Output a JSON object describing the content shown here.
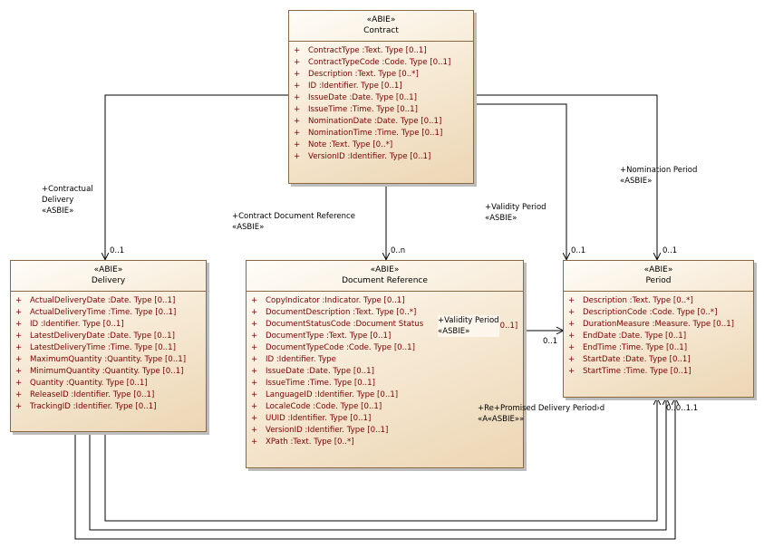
{
  "classes": {
    "contract": {
      "stereotype": "«ABIE»",
      "name": "Contract",
      "attributes": [
        "ContractType  :Text. Type [0..1]",
        "ContractTypeCode  :Code. Type [0..1]",
        "Description  :Text. Type [0..*]",
        "ID  :Identifier. Type [0..1]",
        "IssueDate  :Date. Type [0..1]",
        "IssueTime  :Time. Type [0..1]",
        "NominationDate  :Date. Type [0..1]",
        "NominationTime  :Time. Type [0..1]",
        "Note  :Text. Type [0..*]",
        "VersionID  :Identifier. Type [0..1]"
      ]
    },
    "delivery": {
      "stereotype": "«ABIE»",
      "name": "Delivery",
      "attributes": [
        "ActualDeliveryDate  :Date. Type [0..1]",
        "ActualDeliveryTime  :Time. Type [0..1]",
        "ID  :Identifier. Type [0..1]",
        "LatestDeliveryDate  :Date. Type [0..1]",
        "LatestDeliveryTime  :Time. Type [0..1]",
        "MaximumQuantity  :Quantity. Type [0..1]",
        "MinimumQuantity  :Quantity. Type [0..1]",
        "Quantity  :Quantity. Type [0..1]",
        "ReleaseID  :Identifier. Type [0..1]",
        "TrackingID  :Identifier. Type [0..1]"
      ]
    },
    "document_reference": {
      "stereotype": "«ABIE»",
      "name": "Document Reference",
      "attributes": [
        "CopyIndicator  :Indicator. Type [0..1]",
        "DocumentDescription  :Text. Type [0..*]",
        "DocumentStatusCode  :Document Status",
        "DocumentType  :Text. Type [0..1]",
        "DocumentTypeCode  :Code. Type [0..1]",
        "ID  :Identifier. Type",
        "IssueDate  :Date. Type [0..1]",
        "IssueTime  :Time. Type [0..1]",
        "LanguageID  :Identifier. Type [0..1]",
        "LocaleCode  :Code. Type [0..1]",
        "UUID  :Identifier. Type [0..1]",
        "VersionID  :Identifier. Type [0..1]",
        "XPath  :Text. Type [0..*]"
      ]
    },
    "period": {
      "stereotype": "«ABIE»",
      "name": "Period",
      "attributes": [
        "Description  :Text. Type [0..*]",
        "DescriptionCode  :Code. Type [0..*]",
        "DurationMeasure  :Measure. Type [0..1]",
        "EndDate  :Date. Type [0..1]",
        "EndTime  :Time. Type [0..1]",
        "StartDate  :Date. Type [0..1]",
        "StartTime  :Time. Type [0..1]"
      ]
    }
  },
  "associations": {
    "contractual_delivery": {
      "role": "+Contractual",
      "role2": "Delivery",
      "stereotype": "«ASBIE»",
      "multiplicity": "0..1"
    },
    "contract_document_reference": {
      "role": "+Contract Document Reference",
      "stereotype": "«ASBIE»",
      "multiplicity": "0..n"
    },
    "validity_period": {
      "role": "+Validity Period",
      "stereotype": "«ASBIE»",
      "multiplicity": "0..1"
    },
    "nomination_period": {
      "role": "+Nomination Period",
      "stereotype": "«ASBIE»",
      "multiplicity": "0..1"
    },
    "docref_validity_period": {
      "role": "+Validity Period",
      "stereotype": "«ASBIE»",
      "overlap": "ype [0..1]",
      "multiplicity": "0..1"
    },
    "delivery_periods": {
      "role": "+Re+Promised Delivery Period›d",
      "stereotype": "«A«ASBIE»»",
      "multiplicity": "0..0..1.1"
    }
  },
  "colors": {
    "box_fill_start": "#fffdf8",
    "box_fill_end": "#ecd6b4",
    "border": "#8a6a45",
    "attribute_text": "#7a0000",
    "line": "#000000"
  }
}
